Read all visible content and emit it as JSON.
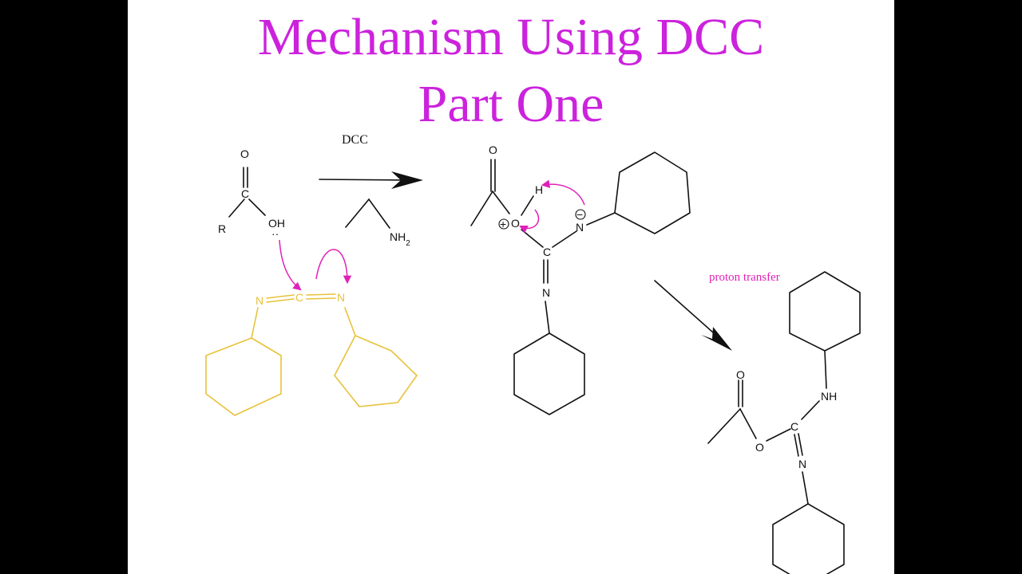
{
  "title": {
    "line1": "Mechanism Using DCC",
    "line2": "Part One"
  },
  "reagents": {
    "dcc_label": "DCC"
  },
  "step_label": "proton transfer",
  "atoms": {
    "O": "O",
    "OH": "OH",
    "R": "R",
    "C": "C",
    "N": "N",
    "H": "H",
    "NH": "NH",
    "NH2_base": "NH",
    "NH2_sub": "2",
    "lone_pair": "··",
    "plus": "+",
    "minus": "−"
  },
  "colors": {
    "title": "#cc22dd",
    "dcc": "#e8c23a",
    "arrow": "#e021b8",
    "ink": "#111111",
    "frame": "#000000"
  }
}
